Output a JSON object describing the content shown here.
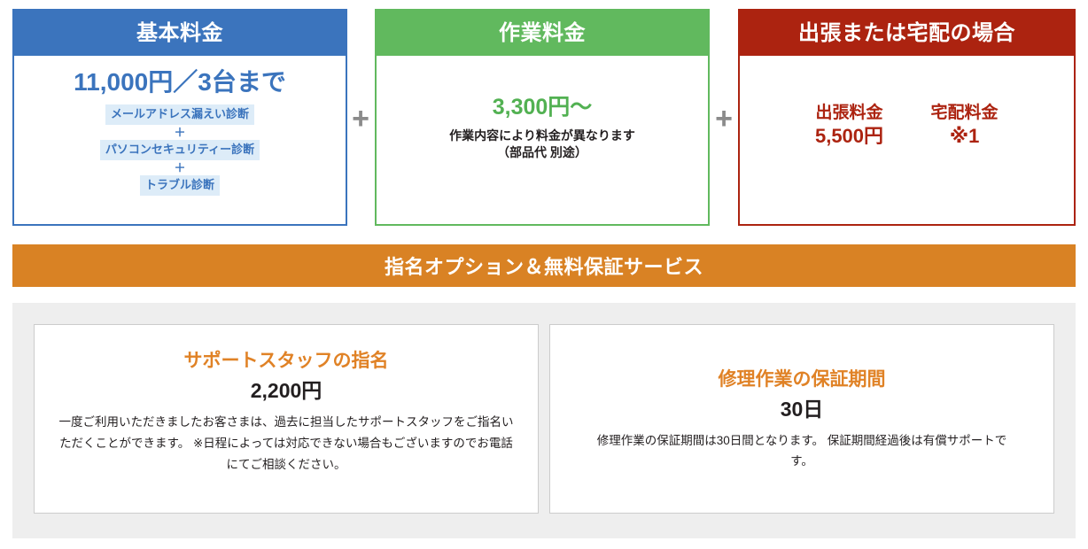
{
  "colors": {
    "blue": "#3b74bd",
    "green": "#61b95e",
    "red": "#ac2310",
    "orange": "#d98224",
    "tag_bg": "#ddecf8",
    "gray_bg": "#eeeeee",
    "plus_gray": "#8b8b8b"
  },
  "pricing": {
    "cards": [
      {
        "header": "基本料金",
        "price": "11,000円／3台まで",
        "tags": [
          "メールアドレス漏えい診断",
          "パソコンセキュリティー診断",
          "トラブル診断"
        ],
        "tag_separator": "＋"
      },
      {
        "header": "作業料金",
        "price": "3,300円～",
        "note_line1": "作業内容により料金が異なります",
        "note_line2": "（部品代 別途）"
      },
      {
        "header": "出張または宅配の場合",
        "fee_labels": [
          "出張料金",
          "宅配料金"
        ],
        "fee_values": [
          "5,500円",
          "※1"
        ]
      }
    ],
    "separators": [
      "+",
      "+"
    ]
  },
  "banner": {
    "title": "指名オプション＆無料保証サービス"
  },
  "options": [
    {
      "title": "サポートスタッフの指名",
      "amount": "2,200円",
      "description": "一度ご利用いただきましたお客さまは、過去に担当したサポートスタッフをご指名いただくことができます。\n※日程によっては対応できない場合もございますのでお電話にてご相談ください。"
    },
    {
      "title": "修理作業の保証期間",
      "amount": "30日",
      "description": "修理作業の保証期間は30日間となります。\n保証期間経過後は有償サポートです。"
    }
  ]
}
